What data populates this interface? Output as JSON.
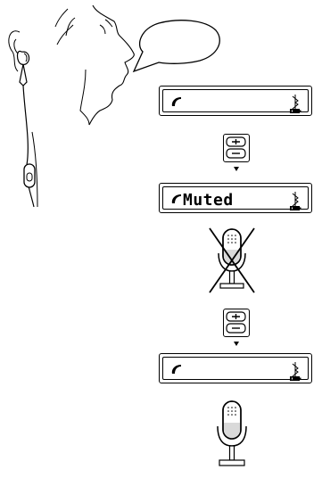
{
  "screens": [
    {
      "id": "idle",
      "text": ""
    },
    {
      "id": "muted",
      "text": "Muted"
    },
    {
      "id": "unmuted",
      "text": ""
    }
  ],
  "icons": {
    "handset": "handset-icon",
    "bluetooth": "bluetooth-icon",
    "battery": "battery-icon",
    "volume_up": "plus-icon",
    "volume_down": "minus-icon",
    "microphone": "microphone-icon",
    "mute_cross": "cross-icon"
  },
  "colors": {
    "line": "#000000",
    "mic_fill": "#d9d9d9",
    "background": "#ffffff"
  }
}
